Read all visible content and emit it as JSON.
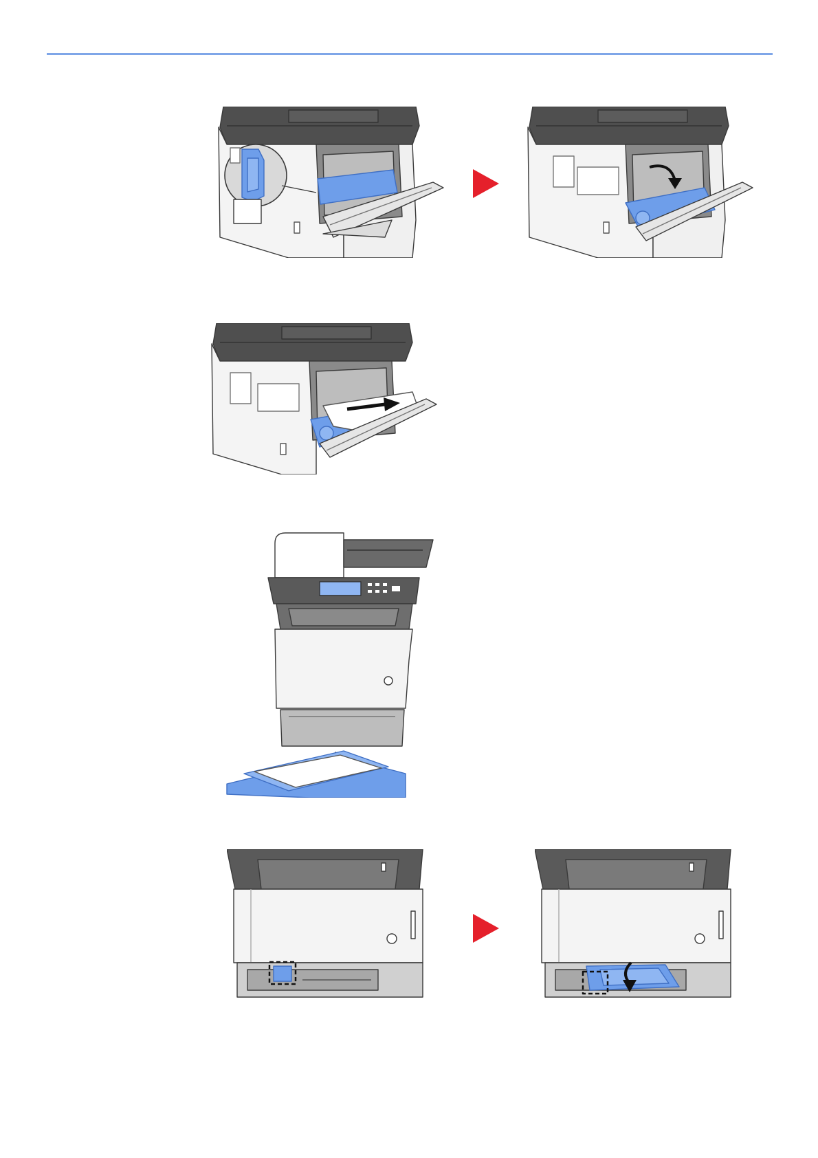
{
  "header": {
    "rule_color": "#7FA6E8"
  },
  "colors": {
    "accent_blue": "#6E9EEA",
    "blue_dark": "#3F6FC4",
    "gray_top": "#4E4E4E",
    "gray_mid": "#6A6A6A",
    "outline": "#3A3A3A",
    "body": "#F4F4F4",
    "step_arrow": "#E5202B"
  },
  "figures": [
    {
      "id": "fig-1a",
      "icon": "open-rear-cover-lever-icon"
    },
    {
      "id": "fig-1b",
      "icon": "open-fuser-cover-icon"
    },
    {
      "id": "fig-2",
      "icon": "remove-jammed-paper-rear-icon"
    },
    {
      "id": "fig-3",
      "icon": "pull-out-cassette-icon"
    },
    {
      "id": "fig-4a",
      "icon": "locate-duplex-lever-icon"
    },
    {
      "id": "fig-4b",
      "icon": "open-duplex-cover-icon"
    }
  ],
  "step_arrows": [
    {
      "icon": "step-arrow-right-icon"
    },
    {
      "icon": "step-arrow-right-icon"
    }
  ]
}
